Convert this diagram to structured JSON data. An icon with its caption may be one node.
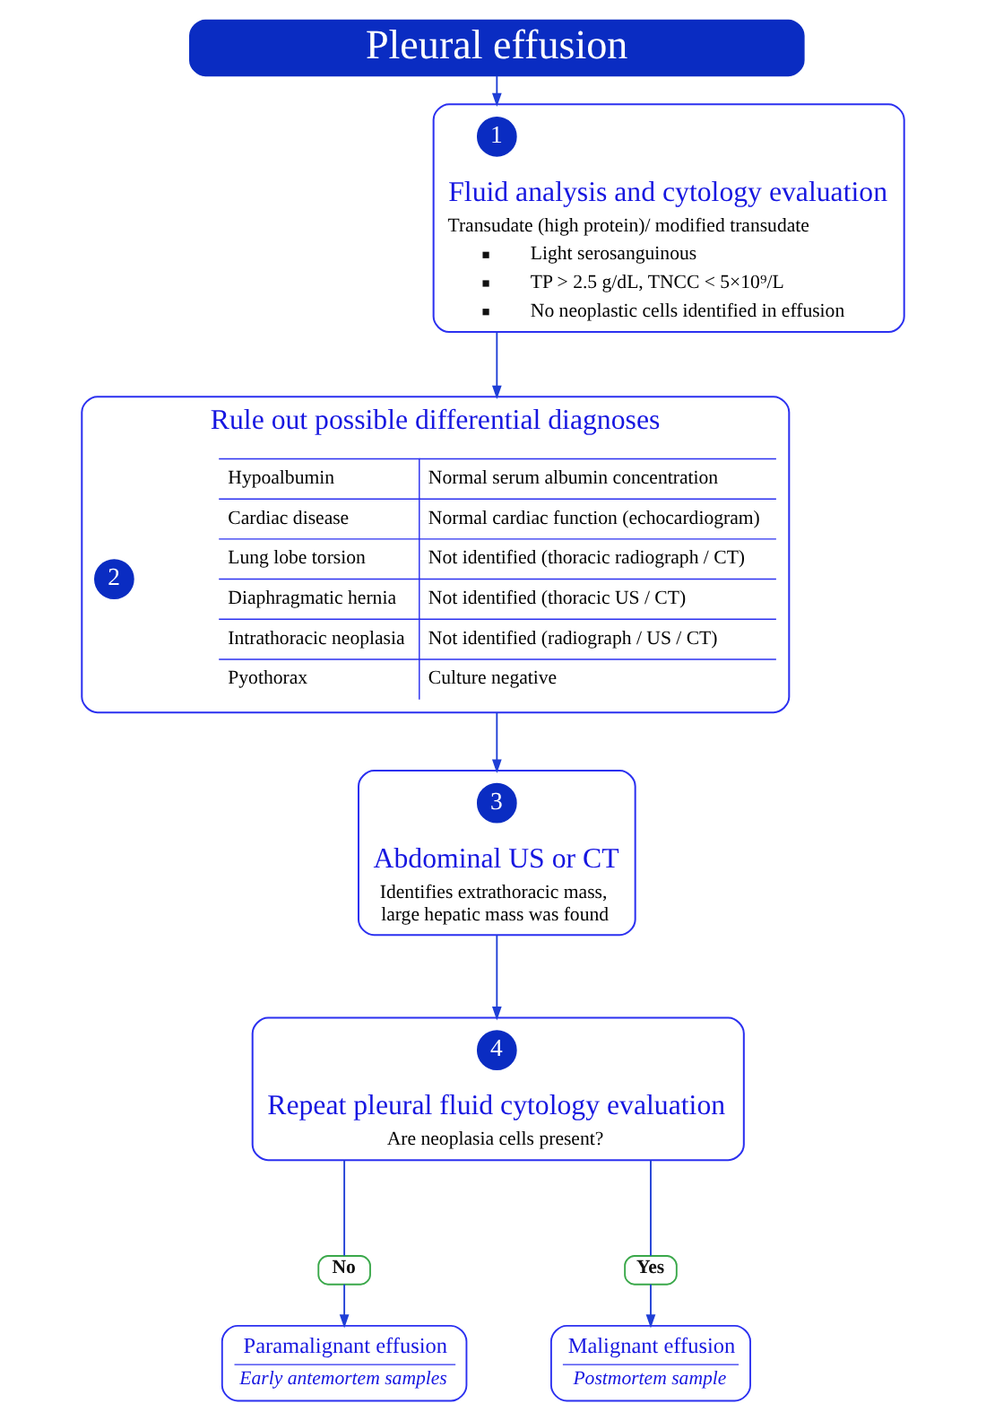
{
  "diagram": {
    "nodes": [
      {
        "text": [
          "Pleural effusion"
        ]
      },
      {
        "text": [
          "Fluid analysis and cytology evaluation",
          "Transudate (high protein)/ modified transudate",
          "Light serosanguinous",
          "TP > 2.5 g/dL, TNCC < 5×10⁹/L",
          "No neoplastic cells identified in effusion"
        ]
      },
      {
        "text": [
          "1"
        ],
        "in": 1
      },
      {
        "text": [
          "Rule out possible differential diagnoses"
        ]
      },
      {
        "text": [
          "2"
        ],
        "in": 3
      },
      {
        "text": [
          "Abdominal US or CT",
          "Identifies extrathoracic mass, large hepatic mass was found"
        ]
      },
      {
        "text": [
          "3"
        ],
        "in": 5
      },
      {
        "text": [
          "Repeat pleural fluid cytology evaluation",
          "Are neoplasia cells present?"
        ]
      },
      {
        "text": [
          "4"
        ],
        "in": 7
      },
      {
        "text": [
          "No"
        ]
      },
      {
        "text": [
          "Yes"
        ]
      },
      {
        "text": [
          "Paramalignant effusion",
          "Early antemortem samples"
        ]
      },
      {
        "text": [
          "Malignant effusion",
          "Postmortem sample"
        ]
      }
    ],
    "edges": [
      {
        "from": 0,
        "to": 1,
        "arrow": "to"
      },
      {
        "from": 1,
        "to": 3,
        "arrow": "to"
      },
      {
        "from": 3,
        "to": 5,
        "arrow": "to"
      },
      {
        "from": 5,
        "to": 7,
        "arrow": "to"
      },
      {
        "from": 7,
        "to": 9,
        "arrow": "none"
      },
      {
        "from": 9,
        "to": 11,
        "arrow": "to"
      },
      {
        "from": 7,
        "to": 10,
        "arrow": "none"
      },
      {
        "from": 10,
        "to": 12,
        "arrow": "to"
      }
    ],
    "labels": [
      "Hypoalbumin",
      "Normal serum albumin concentration",
      "Cardiac disease",
      "Normal cardiac function (echocardiogram)",
      "Lung lobe torsion",
      "Not identified (thoracic radiograph / CT)",
      "Diaphragmatic hernia",
      "Not identified (thoracic US / CT)",
      "Intrathoracic neoplasia",
      "Not identified (radiograph / US / CT)",
      "Pyothorax",
      "Culture negative"
    ]
  }
}
